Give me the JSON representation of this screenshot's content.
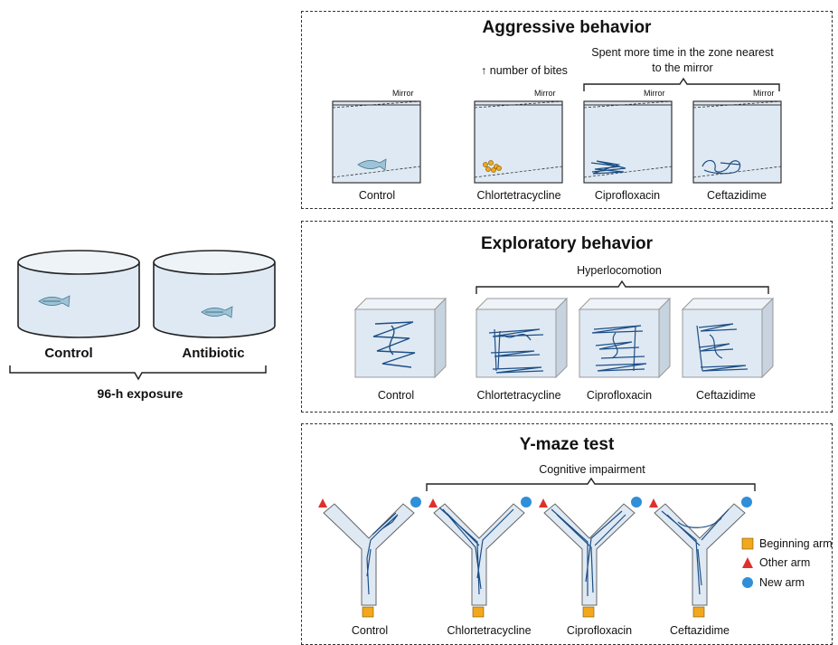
{
  "exposure": {
    "left_label": "Control",
    "right_label": "Antibiotic",
    "bracket_label": "96-h exposure"
  },
  "aggressive": {
    "title": "Aggressive behavior",
    "mirror_label": "Mirror",
    "bites_note": "↑ number of bites",
    "zone_note_line1": "Spent more time in the zone nearest",
    "zone_note_line2": "to the mirror",
    "tanks": [
      "Control",
      "Chlortetracycline",
      "Ciprofloxacin",
      "Ceftazidime"
    ]
  },
  "exploratory": {
    "title": "Exploratory behavior",
    "group_note": "Hyperlocomotion",
    "tanks": [
      "Control",
      "Chlortetracycline",
      "Ciprofloxacin",
      "Ceftazidime"
    ]
  },
  "ymaze": {
    "title": "Y-maze test",
    "group_note": "Cognitive impairment",
    "mazes": [
      "Control",
      "Chlortetracycline",
      "Ciprofloxacin",
      "Ceftazidime"
    ],
    "legend": {
      "beginning": "Beginning arm",
      "other": "Other arm",
      "new": "New arm"
    }
  },
  "colors": {
    "water": "#dfe9f3",
    "track": "#1d4f86",
    "orange": "#f2a81d",
    "red": "#e0302b",
    "blue": "#2f8fd8"
  }
}
